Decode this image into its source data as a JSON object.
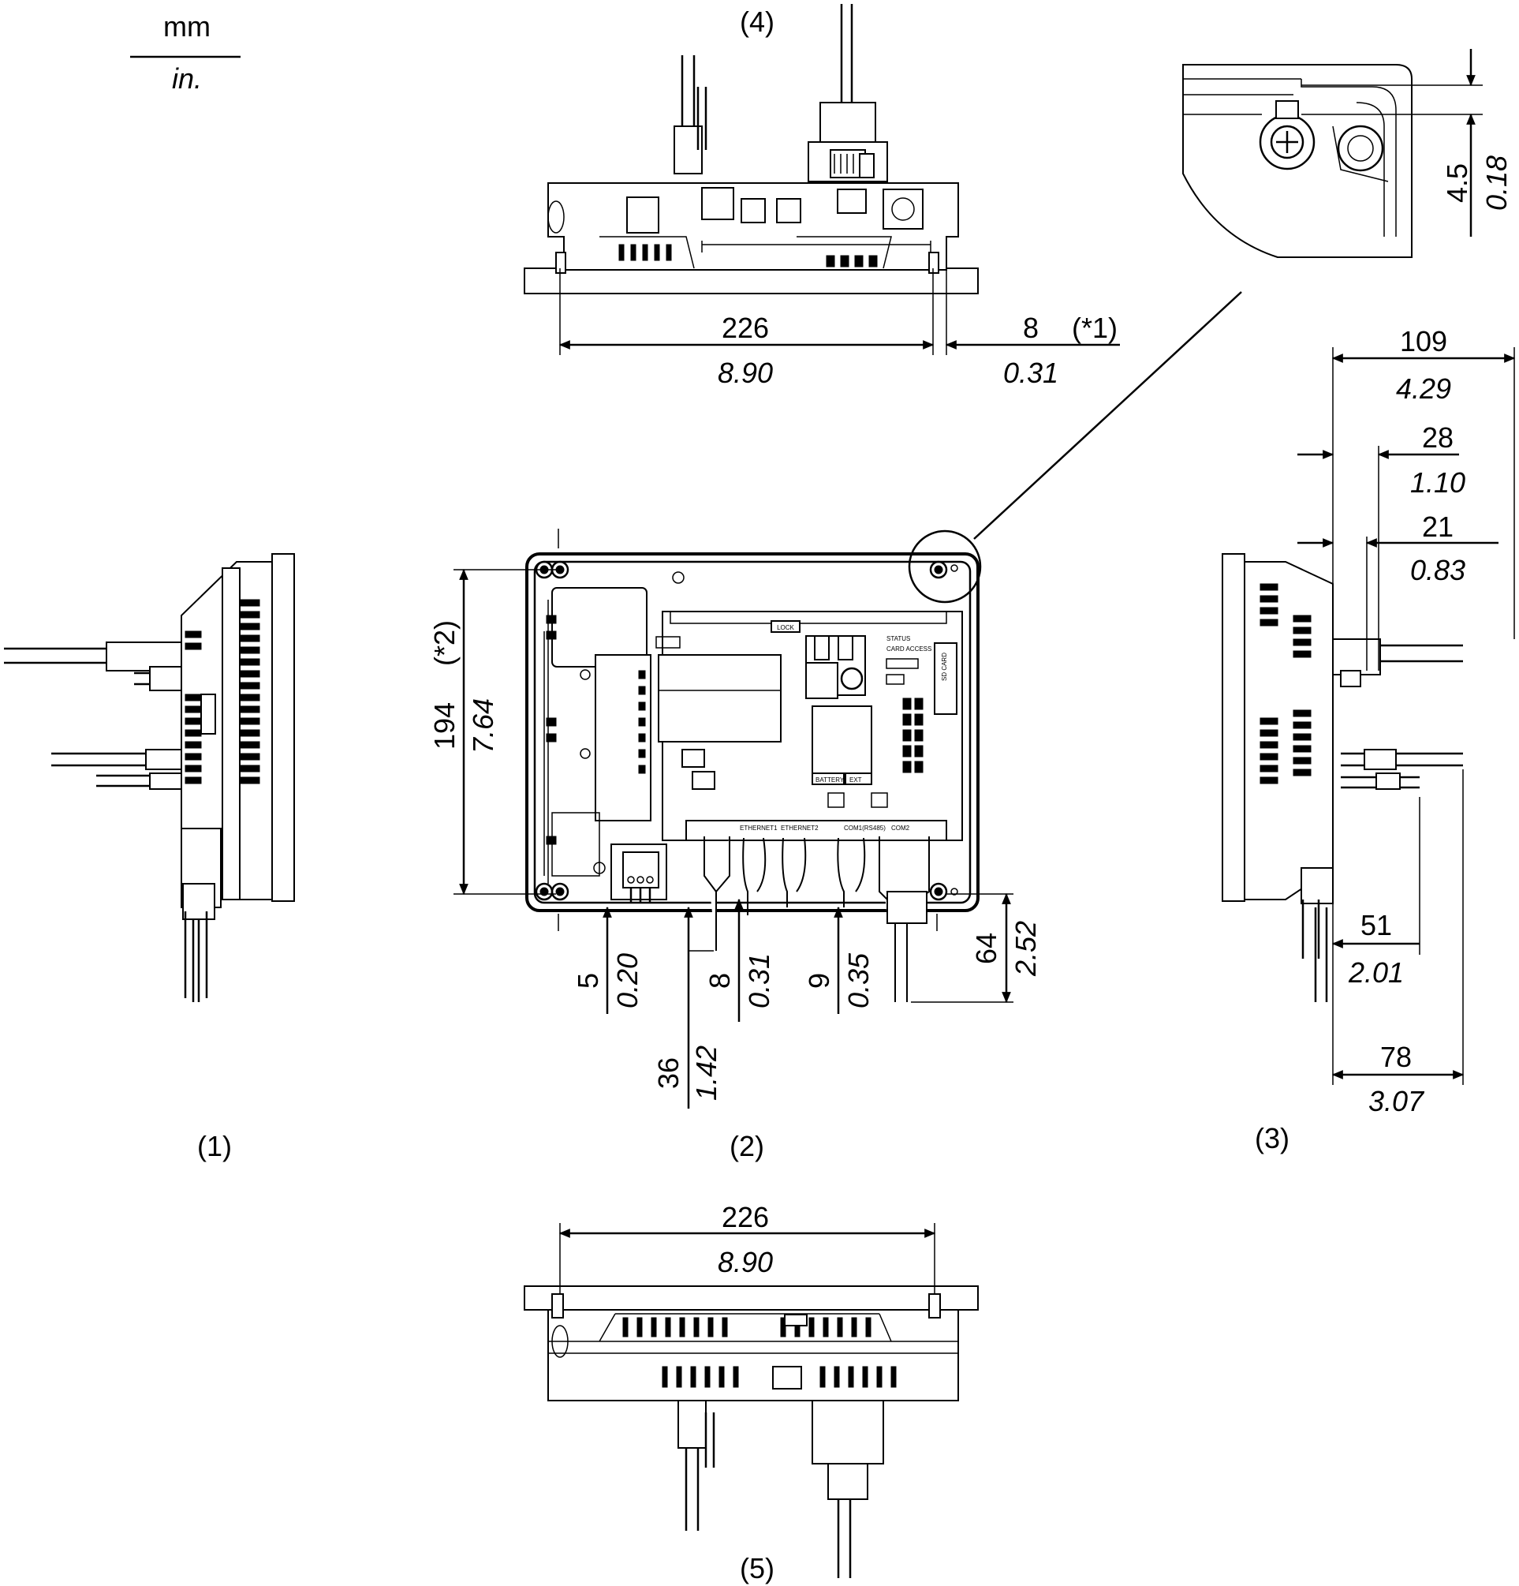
{
  "units": {
    "metric": "mm",
    "imperial": "in."
  },
  "views": {
    "v1": "(1)",
    "v2": "(2)",
    "v3": "(3)",
    "v4": "(4)",
    "v5": "(5)"
  },
  "dims": {
    "top_width": {
      "mm": "226",
      "in": "8.90"
    },
    "top_clearance": {
      "mm": "8",
      "in": "0.31",
      "note": "(*1)"
    },
    "bottom_width": {
      "mm": "226",
      "in": "8.90"
    },
    "height": {
      "mm": "194",
      "in": "7.64",
      "note": "(*2)"
    },
    "d5": {
      "mm": "5",
      "in": "0.20"
    },
    "d36": {
      "mm": "36",
      "in": "1.42"
    },
    "d8": {
      "mm": "8",
      "in": "0.31"
    },
    "d9": {
      "mm": "9",
      "in": "0.35"
    },
    "d64": {
      "mm": "64",
      "in": "2.52"
    },
    "d109": {
      "mm": "109",
      "in": "4.29"
    },
    "d28": {
      "mm": "28",
      "in": "1.10"
    },
    "d21": {
      "mm": "21",
      "in": "0.83"
    },
    "d51": {
      "mm": "51",
      "in": "2.01"
    },
    "d78": {
      "mm": "78",
      "in": "3.07"
    },
    "detail": {
      "mm": "4.5",
      "in": "0.18"
    }
  },
  "panel_labels": {
    "lock": "LOCK",
    "battery": "BATTERY",
    "ext": "EXT",
    "sd_card": "SD CARD",
    "status": "STATUS",
    "card_access": "CARD ACCESS",
    "ethernet1": "ETHERNET1",
    "ethernet2": "ETHERNET2",
    "com1": "COM1(RS485)",
    "com2": "COM2"
  }
}
